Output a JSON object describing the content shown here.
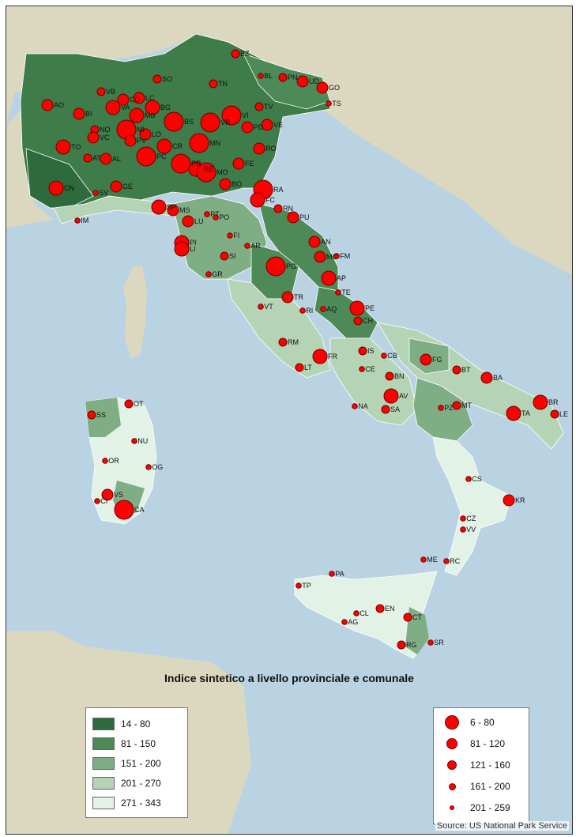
{
  "map": {
    "title": "Indice sintetico a livello provinciale e comunale",
    "source": "Source: US National Park Service",
    "colors": {
      "sea": "#b9d3e3",
      "land": "#dcd8c0",
      "border": "#ffffff",
      "circle_fill": "#ff0000",
      "circle_stroke": "#6b0000"
    }
  },
  "legend_choropleth": [
    {
      "label": "14 - 80",
      "color": "#2e6b3c"
    },
    {
      "label": "81 - 150",
      "color": "#4e8a58"
    },
    {
      "label": "151 - 200",
      "color": "#7fae85"
    },
    {
      "label": "201 - 270",
      "color": "#b5d3b5"
    },
    {
      "label": "271 - 343",
      "color": "#e2f2e6"
    }
  ],
  "legend_circles": [
    {
      "label": "6 - 80"
    },
    {
      "label": "81 - 120"
    },
    {
      "label": "121 - 160"
    },
    {
      "label": "161 - 200"
    },
    {
      "label": "201 - 259"
    }
  ],
  "provinces": [
    {
      "code": "BZ",
      "choro_class": 1,
      "circle_class": 4
    },
    {
      "code": "SO",
      "choro_class": 1,
      "circle_class": 4
    },
    {
      "code": "BL",
      "choro_class": 1,
      "circle_class": 5
    },
    {
      "code": "TN",
      "choro_class": 1,
      "circle_class": 4
    },
    {
      "code": "PN",
      "choro_class": 2,
      "circle_class": 4
    },
    {
      "code": "UD",
      "choro_class": 2,
      "circle_class": 3
    },
    {
      "code": "GO",
      "choro_class": 3,
      "circle_class": 3
    },
    {
      "code": "TS",
      "choro_class": 3,
      "circle_class": 5
    },
    {
      "code": "VB",
      "choro_class": 2,
      "circle_class": 4
    },
    {
      "code": "CO",
      "choro_class": 1,
      "circle_class": 3
    },
    {
      "code": "LC",
      "choro_class": 1,
      "circle_class": 3
    },
    {
      "code": "BG",
      "choro_class": 1,
      "circle_class": 2
    },
    {
      "code": "BS",
      "choro_class": 1,
      "circle_class": 1
    },
    {
      "code": "VI",
      "choro_class": 1,
      "circle_class": 1
    },
    {
      "code": "TV",
      "choro_class": 1,
      "circle_class": 4
    },
    {
      "code": "AO",
      "choro_class": 2,
      "circle_class": 3
    },
    {
      "code": "BI",
      "choro_class": 1,
      "circle_class": 3
    },
    {
      "code": "VA",
      "choro_class": 1,
      "circle_class": 2
    },
    {
      "code": "MB",
      "choro_class": 1,
      "circle_class": 2
    },
    {
      "code": "NO",
      "choro_class": 1,
      "circle_class": 4
    },
    {
      "code": "MI",
      "choro_class": 1,
      "circle_class": 1
    },
    {
      "code": "VR",
      "choro_class": 1,
      "circle_class": 1
    },
    {
      "code": "PD",
      "choro_class": 1,
      "circle_class": 3
    },
    {
      "code": "VE",
      "choro_class": 1,
      "circle_class": 3
    },
    {
      "code": "TO",
      "choro_class": 2,
      "circle_class": 2
    },
    {
      "code": "VC",
      "choro_class": 1,
      "circle_class": 3
    },
    {
      "code": "PV",
      "choro_class": 1,
      "circle_class": 3
    },
    {
      "code": "LO",
      "choro_class": 1,
      "circle_class": 3
    },
    {
      "code": "CR",
      "choro_class": 1,
      "circle_class": 2
    },
    {
      "code": "MN",
      "choro_class": 1,
      "circle_class": 1
    },
    {
      "code": "RO",
      "choro_class": 1,
      "circle_class": 3
    },
    {
      "code": "AT",
      "choro_class": 1,
      "circle_class": 4
    },
    {
      "code": "AL",
      "choro_class": 1,
      "circle_class": 3
    },
    {
      "code": "PC",
      "choro_class": 1,
      "circle_class": 1
    },
    {
      "code": "PR",
      "choro_class": 1,
      "circle_class": 1
    },
    {
      "code": "RE",
      "choro_class": 1,
      "circle_class": 2
    },
    {
      "code": "MO",
      "choro_class": 1,
      "circle_class": 1
    },
    {
      "code": "FE",
      "choro_class": 1,
      "circle_class": 3
    },
    {
      "code": "BO",
      "choro_class": 2,
      "circle_class": 3
    },
    {
      "code": "RA",
      "choro_class": 1,
      "circle_class": 1
    },
    {
      "code": "CN",
      "choro_class": 1,
      "circle_class": 2
    },
    {
      "code": "GE",
      "choro_class": 3,
      "circle_class": 3
    },
    {
      "code": "SV",
      "choro_class": 4,
      "circle_class": 5
    },
    {
      "code": "IM",
      "choro_class": 4,
      "circle_class": 5
    },
    {
      "code": "SP",
      "choro_class": 3,
      "circle_class": 2
    },
    {
      "code": "MS",
      "choro_class": 3,
      "circle_class": 3
    },
    {
      "code": "LU",
      "choro_class": 3,
      "circle_class": 3
    },
    {
      "code": "PT",
      "choro_class": 3,
      "circle_class": 5
    },
    {
      "code": "PO",
      "choro_class": 3,
      "circle_class": 5
    },
    {
      "code": "FC",
      "choro_class": 1,
      "circle_class": 2
    },
    {
      "code": "RN",
      "choro_class": 2,
      "circle_class": 4
    },
    {
      "code": "PI",
      "choro_class": 2,
      "circle_class": 2
    },
    {
      "code": "FI",
      "choro_class": 2,
      "circle_class": 5
    },
    {
      "code": "PU",
      "choro_class": 2,
      "circle_class": 3
    },
    {
      "code": "AR",
      "choro_class": 3,
      "circle_class": 5
    },
    {
      "code": "AN",
      "choro_class": 3,
      "circle_class": 3
    },
    {
      "code": "LI",
      "choro_class": 2,
      "circle_class": 2
    },
    {
      "code": "SI",
      "choro_class": 3,
      "circle_class": 4
    },
    {
      "code": "MC",
      "choro_class": 2,
      "circle_class": 3
    },
    {
      "code": "FM",
      "choro_class": 3,
      "circle_class": 5
    },
    {
      "code": "PG",
      "choro_class": 2,
      "circle_class": 1
    },
    {
      "code": "AP",
      "choro_class": 2,
      "circle_class": 2
    },
    {
      "code": "GR",
      "choro_class": 4,
      "circle_class": 5
    },
    {
      "code": "TE",
      "choro_class": 2,
      "circle_class": 5
    },
    {
      "code": "PE",
      "choro_class": 3,
      "circle_class": 2
    },
    {
      "code": "TR",
      "choro_class": 3,
      "circle_class": 3
    },
    {
      "code": "VT",
      "choro_class": 5,
      "circle_class": 5
    },
    {
      "code": "RI",
      "choro_class": 4,
      "circle_class": 5
    },
    {
      "code": "AQ",
      "choro_class": 4,
      "circle_class": 5
    },
    {
      "code": "CH",
      "choro_class": 2,
      "circle_class": 4
    },
    {
      "code": "RM",
      "choro_class": 4,
      "circle_class": 4
    },
    {
      "code": "IS",
      "choro_class": 4,
      "circle_class": 4
    },
    {
      "code": "CB",
      "choro_class": 4,
      "circle_class": 5
    },
    {
      "code": "FG",
      "choro_class": 3,
      "circle_class": 3
    },
    {
      "code": "FR",
      "choro_class": 2,
      "circle_class": 2
    },
    {
      "code": "LT",
      "choro_class": 4,
      "circle_class": 4
    },
    {
      "code": "CE",
      "choro_class": 4,
      "circle_class": 5
    },
    {
      "code": "BN",
      "choro_class": 4,
      "circle_class": 4
    },
    {
      "code": "BT",
      "choro_class": 4,
      "circle_class": 4
    },
    {
      "code": "BA",
      "choro_class": 4,
      "circle_class": 3
    },
    {
      "code": "AV",
      "choro_class": 4,
      "circle_class": 2
    },
    {
      "code": "NA",
      "choro_class": 4,
      "circle_class": 5
    },
    {
      "code": "MT",
      "choro_class": 4,
      "circle_class": 4
    },
    {
      "code": "TA",
      "choro_class": 4,
      "circle_class": 2
    },
    {
      "code": "BR",
      "choro_class": 3,
      "circle_class": 2
    },
    {
      "code": "LE",
      "choro_class": 4,
      "circle_class": 4
    },
    {
      "code": "PZ",
      "choro_class": 4,
      "circle_class": 5
    },
    {
      "code": "SA",
      "choro_class": 4,
      "circle_class": 4
    },
    {
      "code": "SS",
      "choro_class": 3,
      "circle_class": 4
    },
    {
      "code": "OT",
      "choro_class": 4,
      "circle_class": 4
    },
    {
      "code": "NU",
      "choro_class": 4,
      "circle_class": 5
    },
    {
      "code": "OR",
      "choro_class": 5,
      "circle_class": 5
    },
    {
      "code": "OG",
      "choro_class": 5,
      "circle_class": 5
    },
    {
      "code": "VS",
      "choro_class": 4,
      "circle_class": 3
    },
    {
      "code": "CA",
      "choro_class": 3,
      "circle_class": 1
    },
    {
      "code": "CI",
      "choro_class": 5,
      "circle_class": 5
    },
    {
      "code": "CS",
      "choro_class": 4,
      "circle_class": 5
    },
    {
      "code": "KR",
      "choro_class": 3,
      "circle_class": 3
    },
    {
      "code": "CZ",
      "choro_class": 4,
      "circle_class": 5
    },
    {
      "code": "VV",
      "choro_class": 5,
      "circle_class": 5
    },
    {
      "code": "RC",
      "choro_class": 4,
      "circle_class": 5
    },
    {
      "code": "ME",
      "choro_class": 4,
      "circle_class": 5
    },
    {
      "code": "TP",
      "choro_class": 5,
      "circle_class": 5
    },
    {
      "code": "PA",
      "choro_class": 5,
      "circle_class": 5
    },
    {
      "code": "EN",
      "choro_class": 5,
      "circle_class": 4
    },
    {
      "code": "CL",
      "choro_class": 5,
      "circle_class": 5
    },
    {
      "code": "AG",
      "choro_class": 5,
      "circle_class": 5
    },
    {
      "code": "CT",
      "choro_class": 5,
      "circle_class": 4
    },
    {
      "code": "RG",
      "choro_class": 5,
      "circle_class": 4
    },
    {
      "code": "SR",
      "choro_class": 3,
      "circle_class": 5
    }
  ]
}
